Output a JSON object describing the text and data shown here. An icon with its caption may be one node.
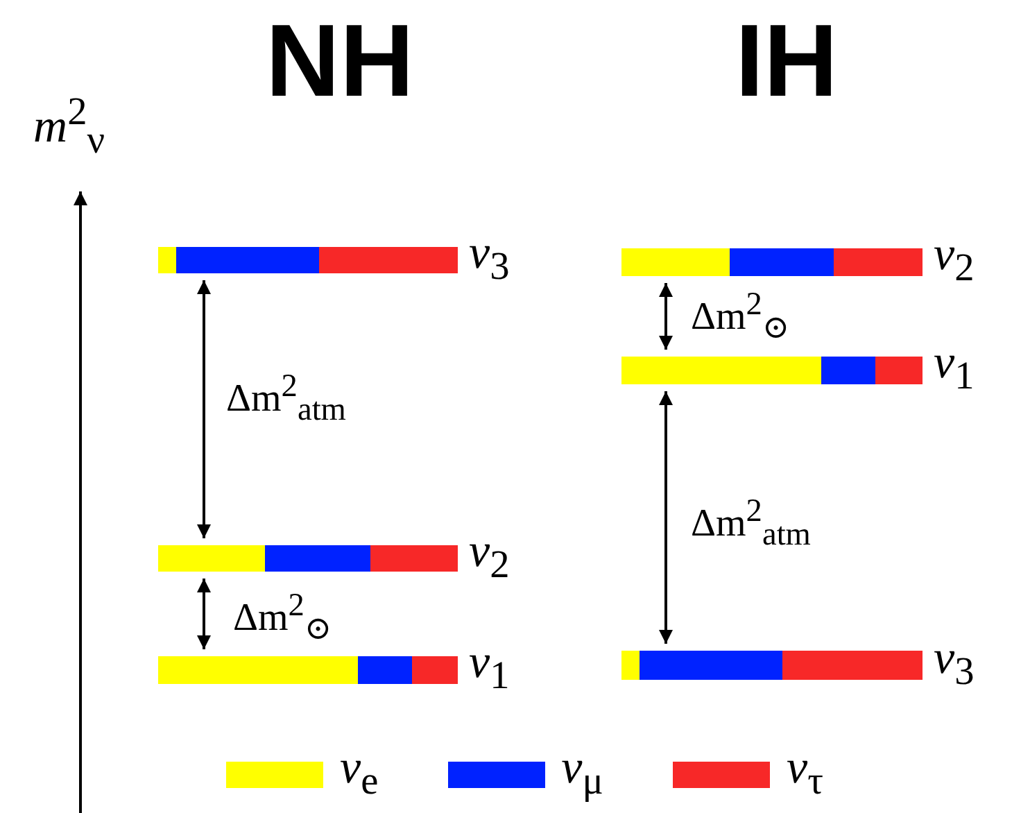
{
  "diagram": {
    "nodes": [
      {
        "text": [
          "*ν*$_{3}$"
        ]
      },
      {
        "text": [
          "*ν*$_{2}$"
        ]
      },
      {
        "text": [
          "*ν*$_{1}$"
        ]
      },
      {
        "text": [
          "*ν*$_{2}$"
        ]
      },
      {
        "text": [
          "*ν*$_{1}$"
        ]
      },
      {
        "text": [
          "*ν*$_{3}$"
        ]
      }
    ],
    "edges": [
      {
        "from": 0,
        "to": 1,
        "arrow": "both",
        "label": "Δm$^{2}$$_{atm}$"
      },
      {
        "from": 1,
        "to": 2,
        "arrow": "both",
        "label": "Δm$^{2}$$_{⊙}$"
      },
      {
        "from": 3,
        "to": 4,
        "arrow": "both",
        "label": "Δm$^{2}$$_{⊙}$"
      },
      {
        "from": 4,
        "to": 5,
        "arrow": "both",
        "label": "Δm$^{2}$$_{atm}$"
      }
    ],
    "labels": [
      "NH",
      "IH",
      "*m*$^{2}$$_{ν}$"
    ],
    "legend": [
      {
        "text": "*ν*$_{e}$",
        "color": "#ffff00"
      },
      {
        "text": "*ν*$_{μ}$",
        "color": "#0022ff"
      },
      {
        "text": "*ν*$_{τ}$",
        "color": "#f72828"
      }
    ]
  }
}
